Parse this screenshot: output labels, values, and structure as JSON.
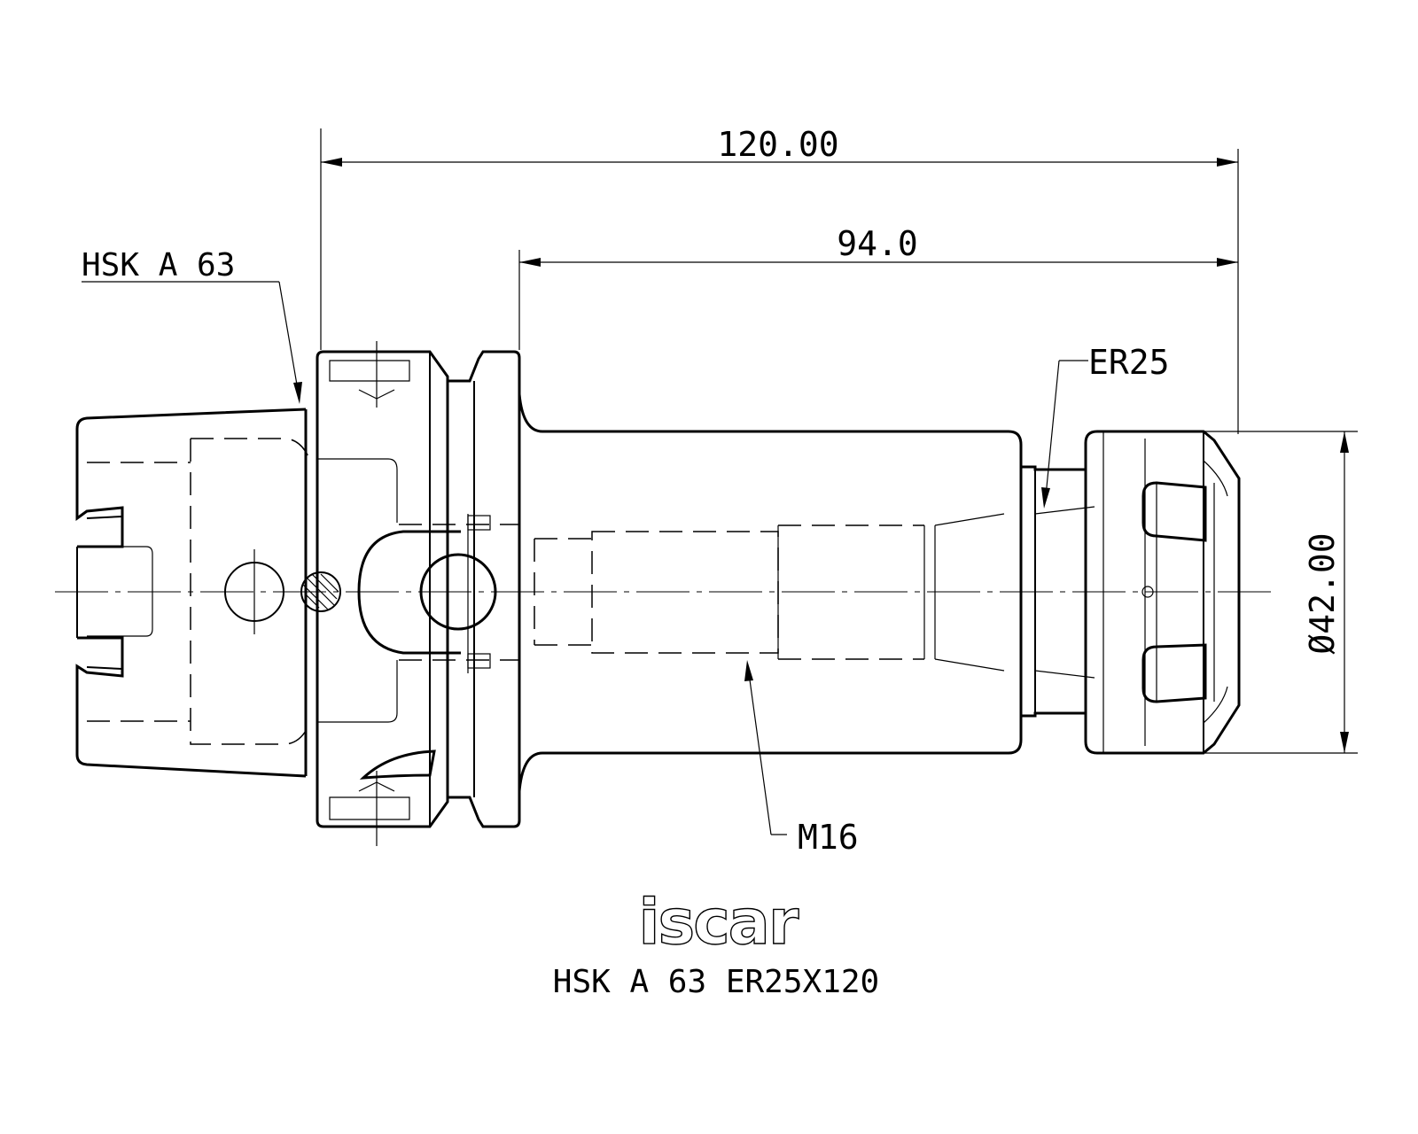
{
  "drawing": {
    "dimensions": {
      "overall_length": "120.00",
      "shank_length": "94.0",
      "diameter": "Ø42.00"
    },
    "labels": {
      "taper": "HSK A 63",
      "collet": "ER25",
      "thread": "M16"
    },
    "title_block": {
      "logo": "iscar",
      "designation": "HSK A 63 ER25X120"
    }
  }
}
